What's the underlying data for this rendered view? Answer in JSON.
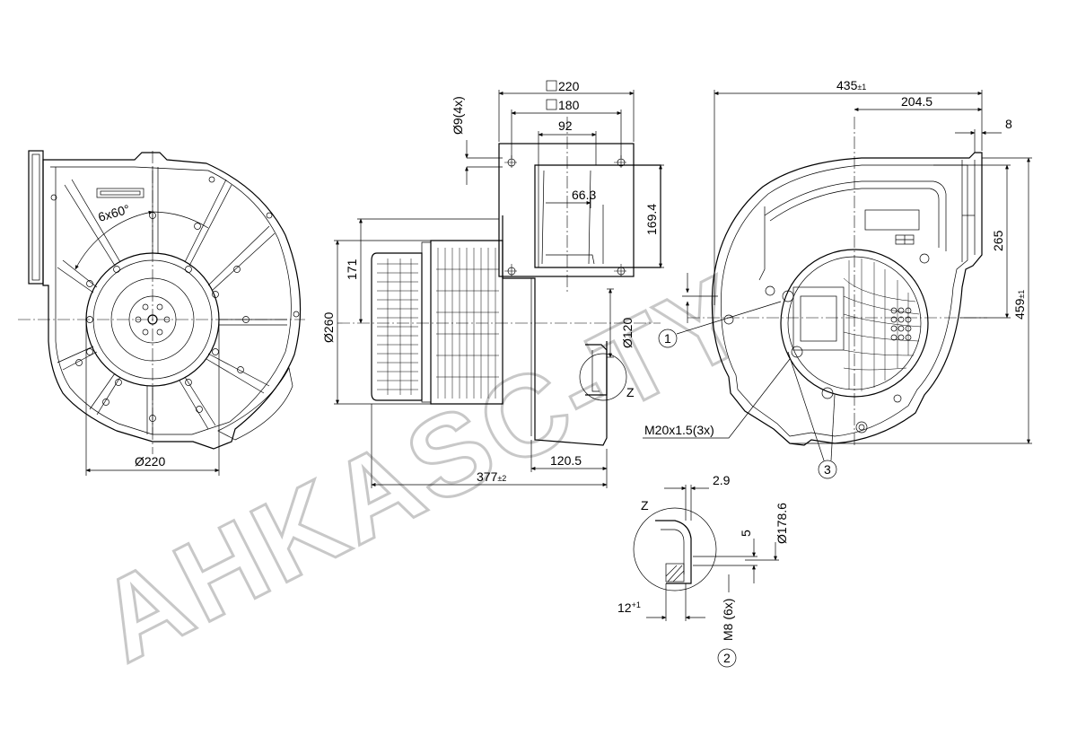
{
  "watermark": "AHKASC-TY",
  "front_view": {
    "blade_spacing": "6x60°",
    "diameter": "Ø220"
  },
  "side_view": {
    "flange_outer": "220",
    "flange_inner": "180",
    "hole_diameter": "Ø9(4x)",
    "dim_92": "92",
    "dim_66_3": "66.3",
    "dim_169_4": "169.4",
    "dim_171": "171",
    "dia_260": "Ø260",
    "dia_120": "Ø120",
    "length_377": "377",
    "length_377_tol": "±2",
    "dim_120_5": "120.5",
    "detail_ref": "Z"
  },
  "rear_view": {
    "width_435": "435",
    "width_435_tol": "±1",
    "dim_204_5": "204.5",
    "dim_8": "8",
    "dim_265": "265",
    "height_459": "459",
    "height_459_tol": "±1",
    "thread_label": "M20x1.5(3x)",
    "callout_1": "1",
    "callout_3": "3"
  },
  "detail_z": {
    "title": "Z",
    "dim_2_9": "2.9",
    "dim_5": "5",
    "dia_178_6": "Ø178.6",
    "dim_12": "12",
    "dim_12_tol": "+1",
    "thread_m8": "M8 (6x)",
    "callout_2": "2"
  }
}
